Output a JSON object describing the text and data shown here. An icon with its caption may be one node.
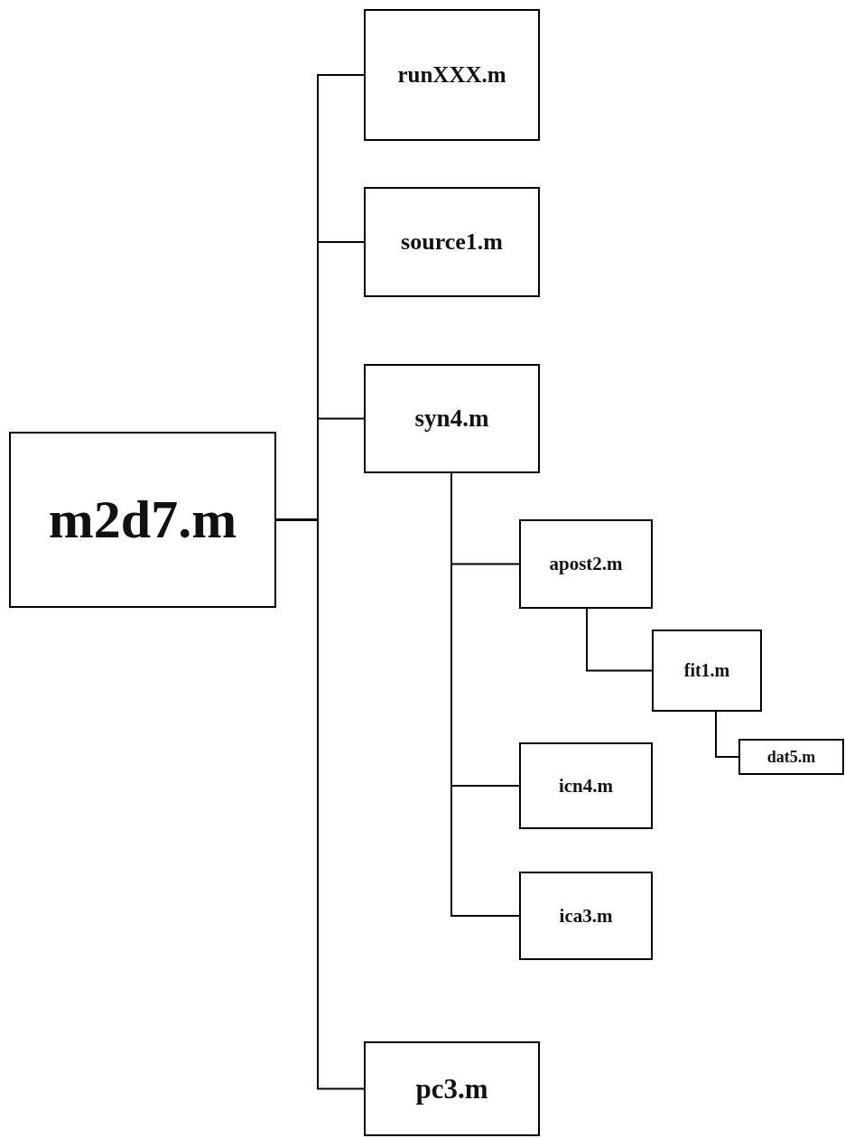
{
  "diagram": {
    "nodes": [
      {
        "text": [
          "m2d7.m"
        ]
      },
      {
        "text": [
          "runXXX.m"
        ]
      },
      {
        "text": [
          "source1.m"
        ]
      },
      {
        "text": [
          "syn4.m"
        ]
      },
      {
        "text": [
          "apost2.m"
        ]
      },
      {
        "text": [
          "fit1.m"
        ]
      },
      {
        "text": [
          "dat5.m"
        ]
      },
      {
        "text": [
          "icn4.m"
        ]
      },
      {
        "text": [
          "ica3.m"
        ]
      },
      {
        "text": [
          "pc3.m"
        ]
      }
    ],
    "edges": [
      {
        "from": 0,
        "to": 1,
        "arrow": "none"
      },
      {
        "from": 0,
        "to": 2,
        "arrow": "none"
      },
      {
        "from": 0,
        "to": 3,
        "arrow": "none"
      },
      {
        "from": 0,
        "to": 9,
        "arrow": "none"
      },
      {
        "from": 3,
        "to": 4,
        "arrow": "none"
      },
      {
        "from": 3,
        "to": 7,
        "arrow": "none"
      },
      {
        "from": 3,
        "to": 8,
        "arrow": "none"
      },
      {
        "from": 4,
        "to": 5,
        "arrow": "none"
      },
      {
        "from": 5,
        "to": 6,
        "arrow": "none"
      }
    ]
  }
}
